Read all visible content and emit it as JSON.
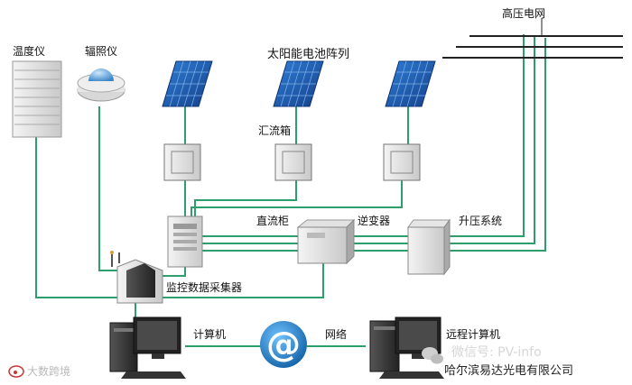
{
  "labels": {
    "high_voltage_grid": "高压电网",
    "thermometer": "温度仪",
    "irradiance_meter": "辐照仪",
    "solar_array": "太阳能电池阵列",
    "combiner_box": "汇流箱",
    "dc_cabinet": "直流柜",
    "inverter": "逆变器",
    "step_up_system": "升压系统",
    "monitor_collector": "监控数据采集器",
    "computer": "计算机",
    "network": "网络",
    "remote_computer": "远程计算机"
  },
  "watermarks": {
    "left": "大数跨境",
    "right_faint": "微信号: PV-info",
    "right_company": "哈尔滨易达光电有限公司"
  },
  "colors": {
    "line": "#2e9e6b",
    "panel": "#1f5fb4",
    "at_sign": "#1f79c2"
  }
}
